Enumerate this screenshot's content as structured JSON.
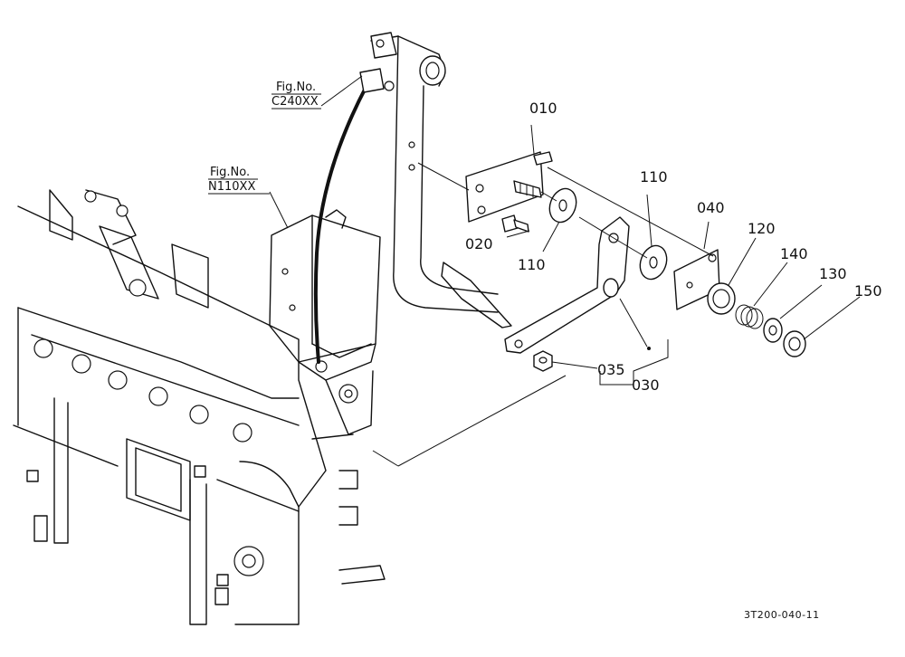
{
  "figure_refs": [
    {
      "line1": "Fig.No.",
      "line2": "C240XX"
    },
    {
      "line1": "Fig.No.",
      "line2": "N110XX"
    }
  ],
  "parts": {
    "p010": "010",
    "p020": "020",
    "p110a": "110",
    "p110b": "110",
    "p040": "040",
    "p120": "120",
    "p140": "140",
    "p130": "130",
    "p150": "150",
    "p035": "035",
    "p030": "030"
  },
  "drawing_code": "3T200-040-11"
}
